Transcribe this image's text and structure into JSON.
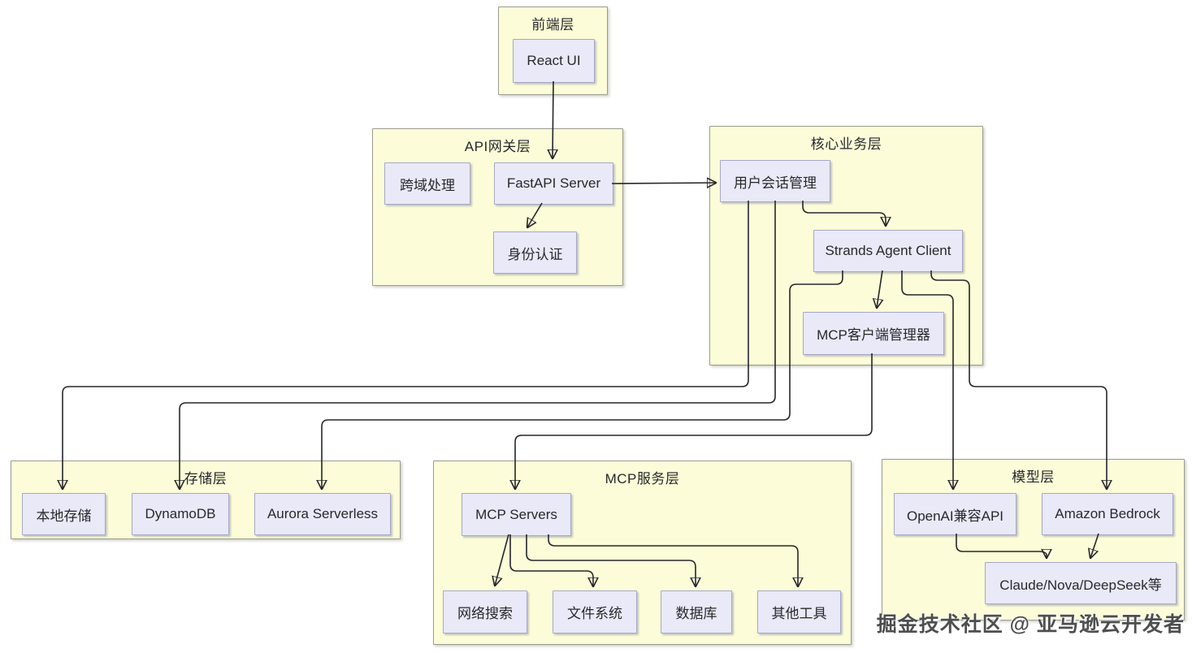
{
  "diagram": {
    "groups": {
      "frontend": {
        "title": "前端层"
      },
      "api_gateway": {
        "title": "API网关层"
      },
      "core_business": {
        "title": "核心业务层"
      },
      "storage": {
        "title": "存储层"
      },
      "mcp_service": {
        "title": "MCP服务层"
      },
      "model": {
        "title": "模型层"
      }
    },
    "nodes": {
      "react_ui": {
        "label": "React UI",
        "group": "frontend"
      },
      "cors": {
        "label": "跨域处理",
        "group": "api_gateway"
      },
      "fastapi": {
        "label": "FastAPI Server",
        "group": "api_gateway"
      },
      "auth": {
        "label": "身份认证",
        "group": "api_gateway"
      },
      "session": {
        "label": "用户会话管理",
        "group": "core_business"
      },
      "strands": {
        "label": "Strands Agent Client",
        "group": "core_business"
      },
      "mcp_manager": {
        "label": "MCP客户端管理器",
        "group": "core_business"
      },
      "local_storage": {
        "label": "本地存储",
        "group": "storage"
      },
      "dynamodb": {
        "label": "DynamoDB",
        "group": "storage"
      },
      "aurora": {
        "label": "Aurora Serverless",
        "group": "storage"
      },
      "mcp_servers": {
        "label": "MCP Servers",
        "group": "mcp_service"
      },
      "web_search": {
        "label": "网络搜索",
        "group": "mcp_service"
      },
      "file_system": {
        "label": "文件系统",
        "group": "mcp_service"
      },
      "database": {
        "label": "数据库",
        "group": "mcp_service"
      },
      "other_tools": {
        "label": "其他工具",
        "group": "mcp_service"
      },
      "openai_api": {
        "label": "OpenAI兼容API",
        "group": "model"
      },
      "bedrock": {
        "label": "Amazon Bedrock",
        "group": "model"
      },
      "claude": {
        "label": "Claude/Nova/DeepSeek等",
        "group": "model"
      }
    },
    "edges": [
      {
        "from": "react_ui",
        "to": "fastapi"
      },
      {
        "from": "fastapi",
        "to": "auth"
      },
      {
        "from": "fastapi",
        "to": "session"
      },
      {
        "from": "session",
        "to": "strands"
      },
      {
        "from": "strands",
        "to": "mcp_manager"
      },
      {
        "from": "session",
        "to": "local_storage"
      },
      {
        "from": "session",
        "to": "dynamodb"
      },
      {
        "from": "strands",
        "to": "aurora"
      },
      {
        "from": "mcp_manager",
        "to": "mcp_servers"
      },
      {
        "from": "strands",
        "to": "openai_api"
      },
      {
        "from": "strands",
        "to": "bedrock"
      },
      {
        "from": "mcp_servers",
        "to": "web_search"
      },
      {
        "from": "mcp_servers",
        "to": "file_system"
      },
      {
        "from": "mcp_servers",
        "to": "database"
      },
      {
        "from": "mcp_servers",
        "to": "other_tools"
      },
      {
        "from": "openai_api",
        "to": "claude"
      },
      {
        "from": "bedrock",
        "to": "claude"
      }
    ],
    "colors": {
      "group_bg": "#fcfdd8",
      "group_border": "#9b9b90",
      "node_bg": "#e9e9f8",
      "node_border": "#a6a8c8",
      "arrow": "#26262b"
    },
    "watermark": "掘金技术社区 @ 亚马逊云开发者"
  }
}
